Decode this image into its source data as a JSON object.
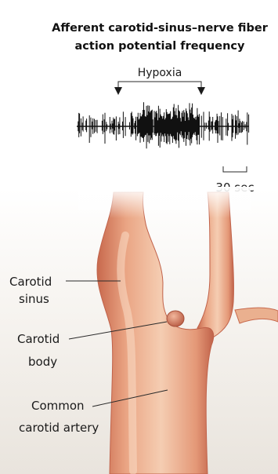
{
  "title": {
    "line1": "Afferent carotid-sinus–nerve fiber",
    "line2": "action potential frequency"
  },
  "trace": {
    "stimulus_label": "Hypoxia",
    "scale_bar_label": "30 sec",
    "color": "#111111"
  },
  "labels": {
    "carotid_sinus": [
      "Carotid",
      "sinus"
    ],
    "carotid_body": [
      "Carotid",
      "body"
    ],
    "common_carotid": [
      "Common",
      "carotid artery"
    ]
  },
  "colors": {
    "artery_light": "#f2c3a4",
    "artery_mid": "#e8a07a",
    "artery_dark": "#c8694d",
    "carotid_body": "#d9795f",
    "background_fade": "#f0ece6"
  }
}
